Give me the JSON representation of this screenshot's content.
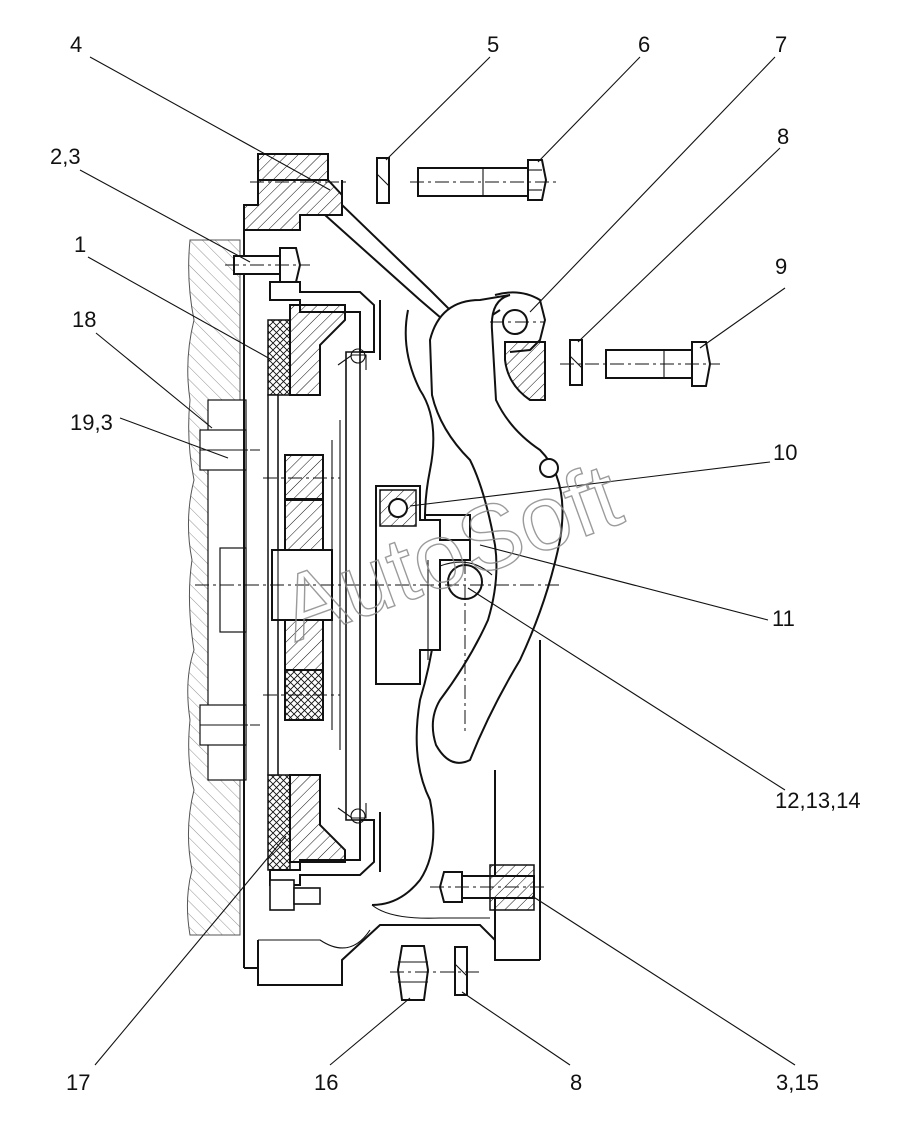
{
  "labels": {
    "l_4": "4",
    "l_5": "5",
    "l_6": "6",
    "l_7": "7",
    "l_8_top": "8",
    "l_2_3": "2,3",
    "l_1": "1",
    "l_18": "18",
    "l_19_3": "19,3",
    "l_9": "9",
    "l_10": "10",
    "l_11": "11",
    "l_12_13_14": "12,13,14",
    "l_17": "17",
    "l_16": "16",
    "l_8_bottom": "8",
    "l_3_15": "3,15"
  },
  "watermark": "AutoSoft"
}
